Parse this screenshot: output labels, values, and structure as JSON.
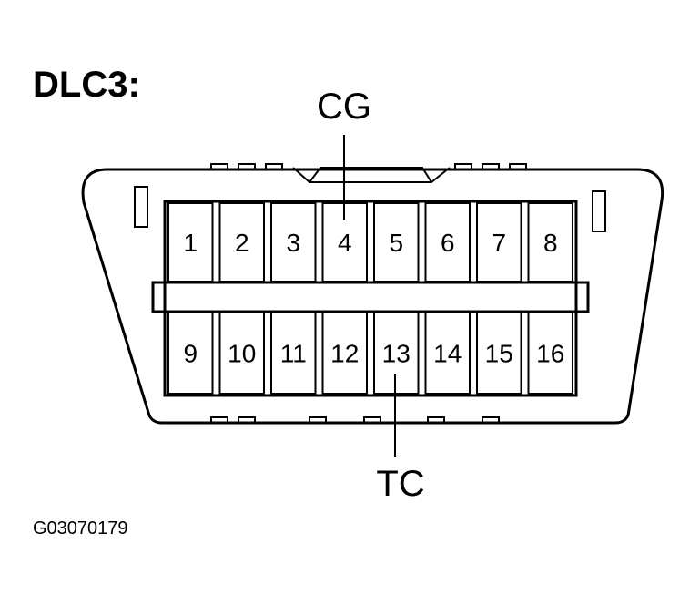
{
  "title": "DLC3:",
  "figure_id": "G03070179",
  "callouts": {
    "cg": {
      "label": "CG",
      "pin": "4"
    },
    "tc": {
      "label": "TC",
      "pin": "13"
    }
  },
  "top_row": [
    "1",
    "2",
    "3",
    "4",
    "5",
    "6",
    "7",
    "8"
  ],
  "bottom_row": [
    "9",
    "10",
    "11",
    "12",
    "13",
    "14",
    "15",
    "16"
  ],
  "colors": {
    "ink": "#000000",
    "paper": "#ffffff"
  }
}
